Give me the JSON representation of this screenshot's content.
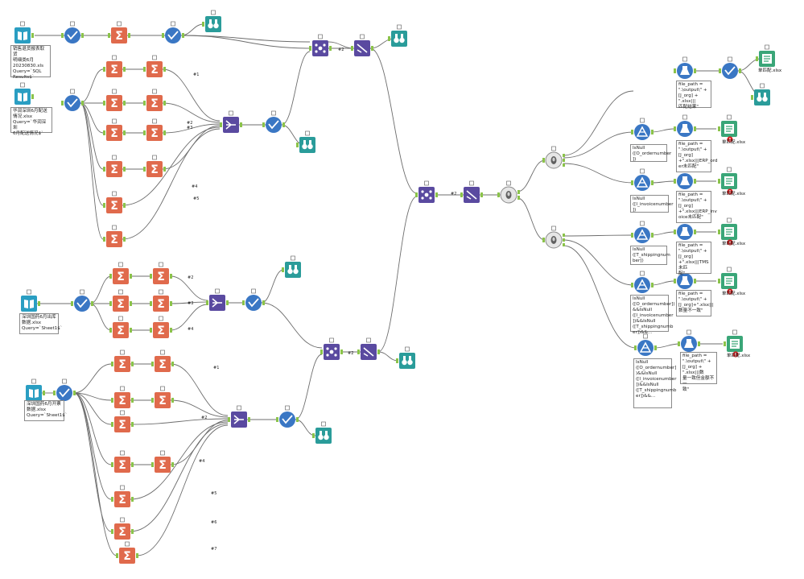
{
  "palette": {
    "input": "#2a9ec2",
    "filter": "#3a77c4",
    "sum": "#e06a4c",
    "join": "#5a4aa0",
    "browse": "#2a9c9a",
    "formula": "#3a77c4",
    "output": "#3aa678",
    "wire": "#6d6d6d",
    "anchor": "#8bc34a"
  },
  "connection_labels": {
    "l1": "#1",
    "l2": "#2",
    "l3": "#3",
    "l4": "#4",
    "l5": "#5",
    "l6": "#6",
    "l7": "#7",
    "m1": "#2",
    "m2": "#3",
    "m3": "#4",
    "j1": "#2",
    "j2": "#2",
    "j3": "#2"
  },
  "annotations": {
    "input1": "销售退货报表取货\n明细类6月\n20230830.xls\nQuery=`SQL\nResults$`",
    "input2": "华润深圳6月配送\n情况.xlsx\nQuery=`华润深圳\n6月配送情况$`",
    "input3": "深圳国药6月出库\n数据.xlsx\nQuery=`Sheet1$`",
    "input4": "深圳国药6月开票\n数据.xlsx\nQuery=`Sheet1$`",
    "formula_top": "file_path =\n\".\\output\\\" +\n[J_org] + \".xlsx|||\n匹配结果\"",
    "filter1": "IsNull\n([O_ordernumber\n])",
    "filter2": "IsNull\n([I_invoicenumber\n])",
    "filter3": "IsNull\n([T_shippingnum\nber])",
    "filter4": "IsNull\n([O_ordernumber])\n&&IsNull\n([I_invoicenumber\n])&&IsNull\n([T_shippingnumb\ner])&&...",
    "filter5": "IsNull\n([O_ordernumber]\n)&&IsNull\n([I_invoicenumber\n])&&IsNull\n([T_shippingnumb\ner])&&...",
    "formula1": "file_path =\n\".\\output\\\" +\n[J_org]\n+\".xlsx|||ERP_ord\ner未匹配\"",
    "formula2": "file_path =\n\".\\output\\\" +\n[J_org]\n+\".xlsx|||ERP_inv\noice未匹配\"",
    "formula3": "file_path =\n\".\\output\\\" +\n[J_org]\n+\".xlsx|||TMS未匹\n配\"",
    "formula4": "file_path =\n\".\\output\\\" +\n[J_org]+\".xlsx|||\n数量不一致\"",
    "formula5": "file_path =\n\".\\output\\\" +\n[J_org] + \".xlsx|||数\n量一致但金额不一\n致\""
  },
  "output_labels": {
    "o1": "单匹配.xlsx",
    "o2": "单匹配.xlsx",
    "o3": "单匹配.xlsx",
    "o4": "单匹配.xlsx",
    "o5": "单匹配.xlsx",
    "o6": "单匹配.xlsx"
  }
}
